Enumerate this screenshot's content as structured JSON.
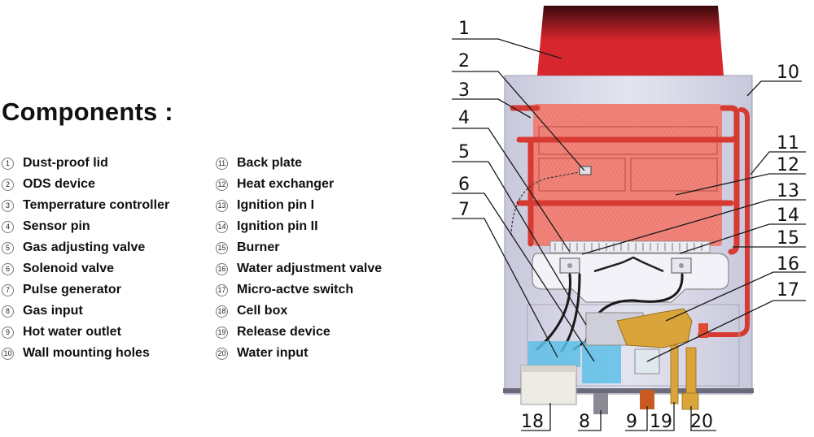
{
  "heading": "Components :",
  "components": [
    {
      "num": "1",
      "label": "Dust-proof lid"
    },
    {
      "num": "2",
      "label": "ODS device"
    },
    {
      "num": "3",
      "label": "Temperrature controller"
    },
    {
      "num": "4",
      "label": "Sensor pin"
    },
    {
      "num": "5",
      "label": "Gas adjusting valve"
    },
    {
      "num": "6",
      "label": "Solenoid valve"
    },
    {
      "num": "7",
      "label": "Pulse generator"
    },
    {
      "num": "8",
      "label": "Gas input"
    },
    {
      "num": "9",
      "label": "Hot water outlet"
    },
    {
      "num": "10",
      "label": "Wall mounting holes"
    },
    {
      "num": "11",
      "label": "Back plate"
    },
    {
      "num": "12",
      "label": "Heat exchanger"
    },
    {
      "num": "13",
      "label": "Ignition pin I"
    },
    {
      "num": "14",
      "label": "Ignition pin II"
    },
    {
      "num": "15",
      "label": "Burner"
    },
    {
      "num": "16",
      "label": "Water adjustment valve"
    },
    {
      "num": "17",
      "label": "Micro-actve switch"
    },
    {
      "num": "18",
      "label": "Cell box"
    },
    {
      "num": "19",
      "label": "Release device"
    },
    {
      "num": "20",
      "label": "Water input"
    }
  ],
  "diagram_callouts": {
    "left": [
      "1",
      "2",
      "3",
      "4",
      "5",
      "6",
      "7"
    ],
    "right": [
      "10",
      "11",
      "12",
      "13",
      "14",
      "15",
      "16",
      "17"
    ],
    "bottom": [
      "18",
      "8",
      "9",
      "19",
      "20"
    ]
  },
  "colors": {
    "lid_top": "#3a0a0c",
    "lid_bottom": "#d8262e",
    "heat_exchanger": "#ee7c72",
    "pipe": "#d63a32",
    "back_plate": "#d9d9ec",
    "brass": "#d9a43a",
    "cell_box": "#ecebe4",
    "blue_part": "#5cc0e6",
    "copper": "#c85a22"
  }
}
